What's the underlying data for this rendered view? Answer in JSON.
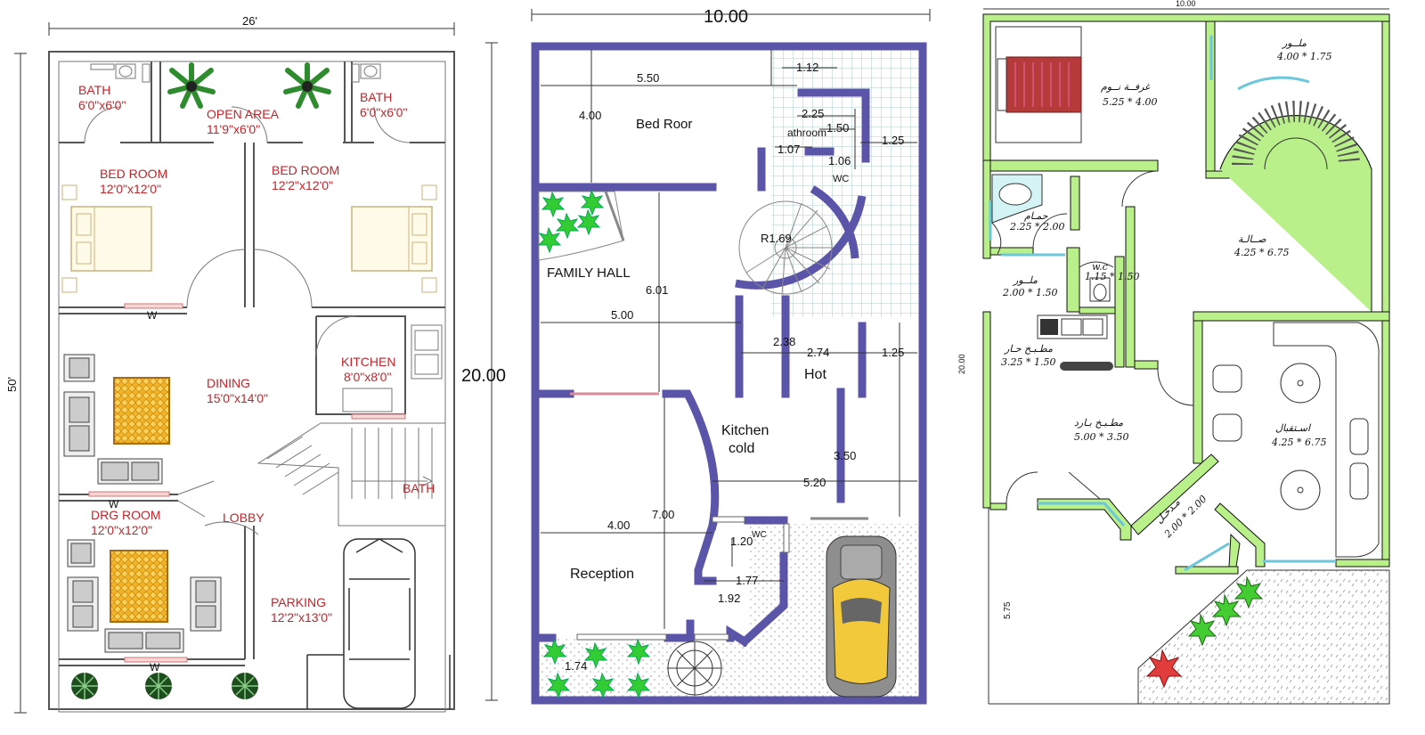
{
  "plan1": {
    "width_dim": "26'",
    "height_dim": "50'",
    "rooms": {
      "bath_left": {
        "name": "BATH",
        "size": "6'0\"x6'0\""
      },
      "open_area": {
        "name": "OPEN AREA",
        "size": "11'9\"x6'0\""
      },
      "bath_right": {
        "name": "BATH",
        "size": "6'0\"x6'0\""
      },
      "bed_room_left": {
        "name": "BED ROOM",
        "size": "12'0\"x12'0\""
      },
      "bed_room_right": {
        "name": "BED ROOM",
        "size": "12'2\"x12'0\""
      },
      "dining": {
        "name": "DINING",
        "size": "15'0\"x14'0\""
      },
      "kitchen": {
        "name": "KITCHEN",
        "size": "8'0\"x8'0\""
      },
      "bath_stair": {
        "name": "BATH"
      },
      "drg_room": {
        "name": "DRG ROOM",
        "size": "12'0\"x12'0\""
      },
      "lobby": {
        "name": "LOBBY"
      },
      "parking": {
        "name": "PARKING",
        "size": "12'2\"x13'0\""
      }
    },
    "window_marks": [
      "W",
      "W",
      "W"
    ]
  },
  "plan2": {
    "width_dim": "10.00",
    "height_dim": "20.00",
    "rooms": {
      "bed_room": "Bed Roor",
      "bathroom": "athroom",
      "wc_top": "WC",
      "family_hall": "FAMILY HALL",
      "hot": "Hot",
      "kitchen_cold_1": "Kitchen",
      "kitchen_cold_2": "cold",
      "reception": "Reception",
      "wc_bottom": "WC"
    },
    "dims": {
      "d_5_50": "5.50",
      "d_1_12": "1.12",
      "d_4_00_top": "4.00",
      "d_2_25": "2.25",
      "d_1_50": "1.50",
      "d_1_25_top": "1.25",
      "d_1_07": "1.07",
      "d_1_06": "1.06",
      "d_r1_69": "R1.69",
      "d_6_01": "6.01",
      "d_5_00": "5.00",
      "d_2_38": "2.38",
      "d_2_74": "2.74",
      "d_1_25_mid": "1.25",
      "d_3_50": "3.50",
      "d_5_20": "5.20",
      "d_4_00_bot": "4.00",
      "d_7_00": "7.00",
      "d_1_20": "1.20",
      "d_1_77": "1.77",
      "d_1_92": "1.92",
      "d_1_74": "1.74"
    }
  },
  "plan3": {
    "width_dim": "10.00",
    "height_dim": "20.00",
    "garden_dim": "5.75",
    "rooms": {
      "bedroom": {
        "name": "غرفــة نــوم",
        "size": "5.25 * 4.00"
      },
      "malwar_top": {
        "name": "ملــور",
        "size": "4.00 * 1.75"
      },
      "bath": {
        "name": "حمـام",
        "size": "2.25 * 2.00"
      },
      "sala": {
        "name": "صــالـة",
        "size": "4.25 * 6.75"
      },
      "malwar_mid": {
        "name": "ملــور",
        "size": "2.00 * 1.50"
      },
      "wc": {
        "name": "w.c",
        "size": "1.15 * 1.50"
      },
      "hot_kitchen": {
        "name": "مطـبـخ حـار",
        "size": "3.25 * 1.50"
      },
      "cold_kitchen": {
        "name": "مطـبـخ بـارد",
        "size": "5.00 * 3.50"
      },
      "reception": {
        "name": "اسـتقبال",
        "size": "4.25 * 6.75"
      },
      "entrance": {
        "name": "مـدخـل",
        "size": "2.00 * 2.00"
      }
    }
  },
  "colors": {
    "plan1_label": "#c0262c",
    "plan2_wall": "#5a55a8",
    "plan3_wall": "#b9f08a",
    "glass": "#6cc6dc",
    "plant": "#33cc33",
    "car_body": "#f2c93a",
    "rug": "#f0b323"
  }
}
